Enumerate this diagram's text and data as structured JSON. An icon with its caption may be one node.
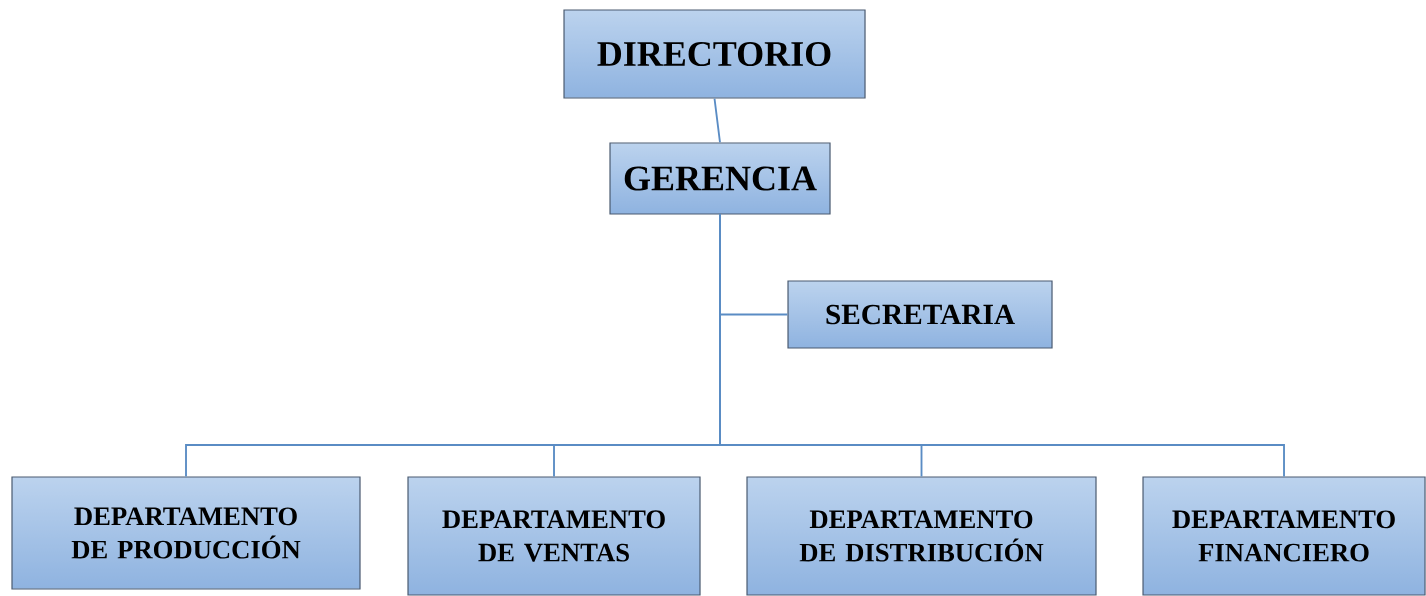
{
  "diagram": {
    "nodes": [
      {
        "text": [
          "DIRECTORIO"
        ]
      },
      {
        "text": [
          "GERENCIA"
        ]
      },
      {
        "text": [
          "SECRETARIA"
        ]
      },
      {
        "text": [
          "DEPARTAMENTO DE PRODUCCIÓN"
        ]
      },
      {
        "text": [
          "DEPARTAMENTO DE VENTAS"
        ]
      },
      {
        "text": [
          "DEPARTAMENTO DE DISTRIBUCIÓN"
        ]
      },
      {
        "text": [
          "DEPARTAMENTO FINANCIERO"
        ]
      }
    ],
    "edges": [
      {
        "from": 0,
        "to": 1,
        "arrow": "none"
      },
      {
        "from": 1,
        "to": 2,
        "arrow": "none"
      },
      {
        "from": 1,
        "to": 3,
        "arrow": "none"
      },
      {
        "from": 1,
        "to": 4,
        "arrow": "none"
      },
      {
        "from": 1,
        "to": 5,
        "arrow": "none"
      },
      {
        "from": 1,
        "to": 6,
        "arrow": "none"
      }
    ]
  }
}
